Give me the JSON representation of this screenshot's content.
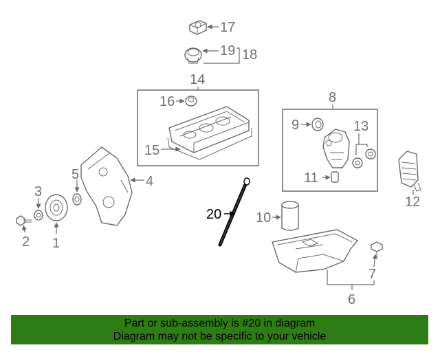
{
  "diagram": {
    "labels": {
      "l1": "1",
      "l2": "2",
      "l3": "3",
      "l4": "4",
      "l5": "5",
      "l6": "6",
      "l7": "7",
      "l8": "8",
      "l9": "9",
      "l10": "10",
      "l11": "11",
      "l12": "12",
      "l13": "13",
      "l14": "14",
      "l15": "15",
      "l16": "16",
      "l17": "17",
      "l18": "18",
      "l19": "19",
      "l20": "20"
    },
    "highlighted_part": "20",
    "colors": {
      "line": "#6a6a6a",
      "label": "#707070",
      "highlight": "#000000",
      "banner": "#2e7d14"
    }
  },
  "banner": {
    "line1": "Part or sub-assembly is #20 in diagram",
    "line2": "Diagram may not be specific to your vehicle"
  }
}
